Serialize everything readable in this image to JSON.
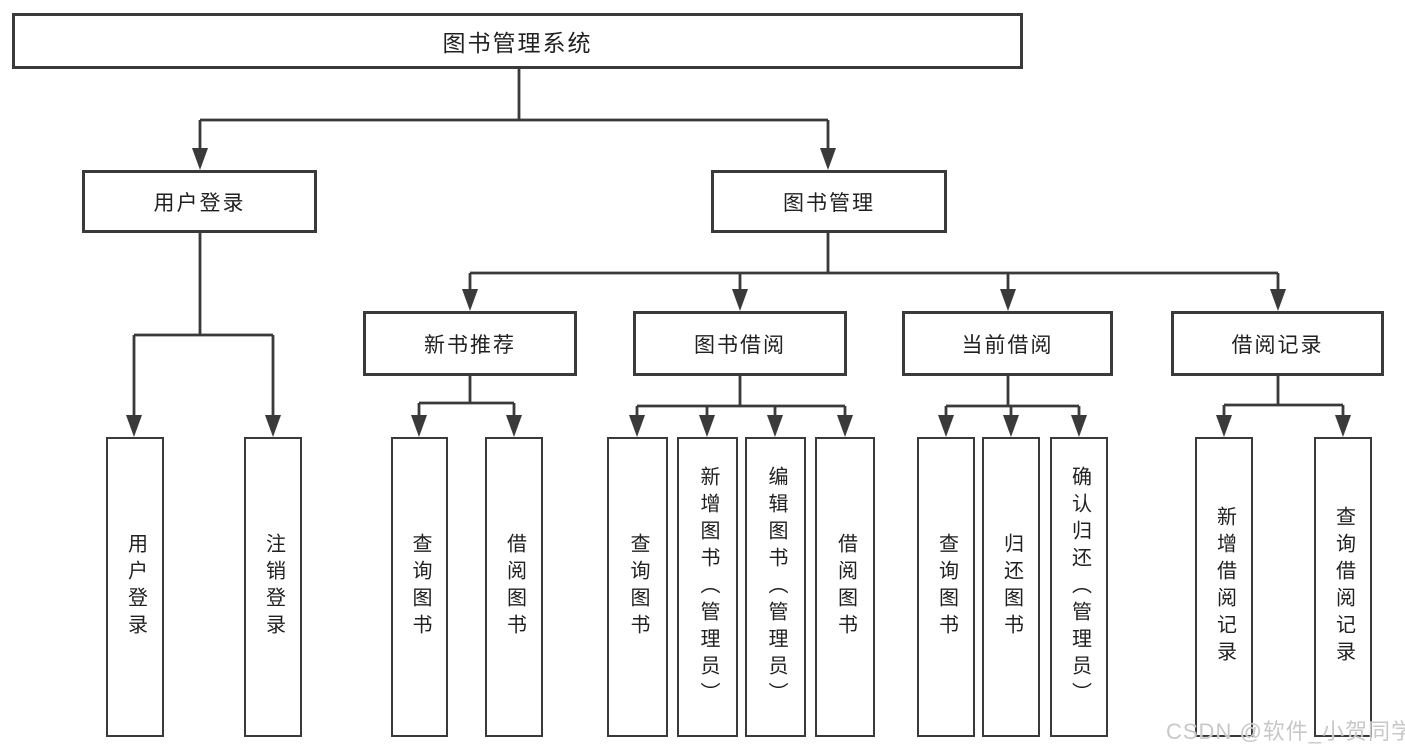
{
  "diagram_type": "tree-diagram",
  "tree": {
    "root": {
      "label": "图书管理系统",
      "children": [
        {
          "label": "用户登录",
          "leaves": [
            "用户登录",
            "注销登录"
          ]
        },
        {
          "label": "图书管理",
          "children": [
            {
              "label": "新书推荐",
              "leaves": [
                "查询图书",
                "借阅图书"
              ]
            },
            {
              "label": "图书借阅",
              "leaves": [
                "查询图书",
                "新增图书（管理员）",
                "编辑图书（管理员）",
                "借阅图书"
              ]
            },
            {
              "label": "当前借阅",
              "leaves": [
                "查询图书",
                "归还图书",
                "确认归还（管理员）"
              ]
            },
            {
              "label": "借阅记录",
              "leaves": [
                "新增借阅记录",
                "查询借阅记录"
              ]
            }
          ]
        }
      ]
    }
  },
  "watermark": "CSDN @软件_小贺同学",
  "colors": {
    "line": "#3a3a3a",
    "text": "#212121",
    "watermark": "#c8c8c8",
    "background": "#ffffff"
  }
}
